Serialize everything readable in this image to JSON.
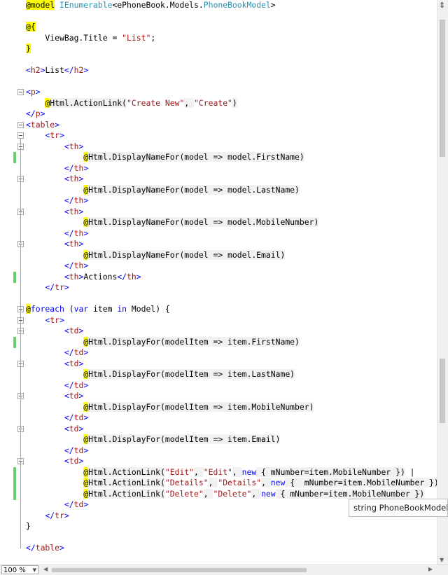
{
  "editor": {
    "lines": [
      {
        "segs": [
          {
            "x": "@model",
            "c": "razor"
          },
          {
            "x": " "
          },
          {
            "x": "IEnumerable",
            "c": "cls"
          },
          {
            "x": "<ePhoneBook.Models."
          },
          {
            "x": "PhoneBookModel",
            "c": "cls"
          },
          {
            "x": ">"
          }
        ]
      },
      {
        "segs": []
      },
      {
        "segs": [
          {
            "x": "@{",
            "c": "razor"
          }
        ]
      },
      {
        "segs": [
          {
            "x": "    ViewBag.Title = "
          },
          {
            "x": "\"List\"",
            "c": "s"
          },
          {
            "x": ";"
          }
        ]
      },
      {
        "segs": [
          {
            "x": "}",
            "c": "razor"
          }
        ]
      },
      {
        "segs": []
      },
      {
        "segs": [
          {
            "x": "<",
            "c": "b"
          },
          {
            "x": "h2",
            "c": "t"
          },
          {
            "x": ">",
            "c": "b"
          },
          {
            "x": "List"
          },
          {
            "x": "</",
            "c": "b"
          },
          {
            "x": "h2",
            "c": "t"
          },
          {
            "x": ">",
            "c": "b"
          }
        ]
      },
      {
        "segs": []
      },
      {
        "segs": [
          {
            "x": "<",
            "c": "b"
          },
          {
            "x": "p",
            "c": "t"
          },
          {
            "x": ">",
            "c": "b"
          }
        ]
      },
      {
        "segs": [
          {
            "x": "    "
          },
          {
            "x": "@",
            "c": "razor"
          },
          {
            "x": "Html.ActionLink(",
            "c": "csarea"
          },
          {
            "x": "\"Create New\"",
            "c": "s"
          },
          {
            "x": ", ",
            "c": "csarea"
          },
          {
            "x": "\"Create\"",
            "c": "s"
          },
          {
            "x": ")",
            "c": "csarea"
          }
        ]
      },
      {
        "segs": [
          {
            "x": "</",
            "c": "b"
          },
          {
            "x": "p",
            "c": "t"
          },
          {
            "x": ">",
            "c": "b"
          }
        ]
      },
      {
        "segs": [
          {
            "x": "<",
            "c": "b"
          },
          {
            "x": "table",
            "c": "t"
          },
          {
            "x": ">",
            "c": "b"
          }
        ]
      },
      {
        "segs": [
          {
            "x": "    "
          },
          {
            "x": "<",
            "c": "b"
          },
          {
            "x": "tr",
            "c": "t"
          },
          {
            "x": ">",
            "c": "b"
          }
        ]
      },
      {
        "segs": [
          {
            "x": "        "
          },
          {
            "x": "<",
            "c": "b"
          },
          {
            "x": "th",
            "c": "t"
          },
          {
            "x": ">",
            "c": "b"
          }
        ]
      },
      {
        "segs": [
          {
            "x": "            "
          },
          {
            "x": "@",
            "c": "razor"
          },
          {
            "x": "Html.DisplayNameFor(model => model.FirstName)",
            "c": "csarea"
          }
        ]
      },
      {
        "segs": [
          {
            "x": "        "
          },
          {
            "x": "</",
            "c": "b"
          },
          {
            "x": "th",
            "c": "t"
          },
          {
            "x": ">",
            "c": "b"
          }
        ]
      },
      {
        "segs": [
          {
            "x": "        "
          },
          {
            "x": "<",
            "c": "b"
          },
          {
            "x": "th",
            "c": "t"
          },
          {
            "x": ">",
            "c": "b"
          }
        ]
      },
      {
        "segs": [
          {
            "x": "            "
          },
          {
            "x": "@",
            "c": "razor"
          },
          {
            "x": "Html.DisplayNameFor(model => model.LastName)",
            "c": "csarea"
          }
        ]
      },
      {
        "segs": [
          {
            "x": "        "
          },
          {
            "x": "</",
            "c": "b"
          },
          {
            "x": "th",
            "c": "t"
          },
          {
            "x": ">",
            "c": "b"
          }
        ]
      },
      {
        "segs": [
          {
            "x": "        "
          },
          {
            "x": "<",
            "c": "b"
          },
          {
            "x": "th",
            "c": "t"
          },
          {
            "x": ">",
            "c": "b"
          }
        ]
      },
      {
        "segs": [
          {
            "x": "            "
          },
          {
            "x": "@",
            "c": "razor"
          },
          {
            "x": "Html.DisplayNameFor(model => model.MobileNumber)",
            "c": "csarea"
          }
        ]
      },
      {
        "segs": [
          {
            "x": "        "
          },
          {
            "x": "</",
            "c": "b"
          },
          {
            "x": "th",
            "c": "t"
          },
          {
            "x": ">",
            "c": "b"
          }
        ]
      },
      {
        "segs": [
          {
            "x": "        "
          },
          {
            "x": "<",
            "c": "b"
          },
          {
            "x": "th",
            "c": "t"
          },
          {
            "x": ">",
            "c": "b"
          }
        ]
      },
      {
        "segs": [
          {
            "x": "            "
          },
          {
            "x": "@",
            "c": "razor"
          },
          {
            "x": "Html.DisplayNameFor(model => model.Email)",
            "c": "csarea"
          }
        ]
      },
      {
        "segs": [
          {
            "x": "        "
          },
          {
            "x": "</",
            "c": "b"
          },
          {
            "x": "th",
            "c": "t"
          },
          {
            "x": ">",
            "c": "b"
          }
        ]
      },
      {
        "segs": [
          {
            "x": "        "
          },
          {
            "x": "<",
            "c": "b"
          },
          {
            "x": "th",
            "c": "t"
          },
          {
            "x": ">",
            "c": "b"
          },
          {
            "x": "Actions"
          },
          {
            "x": "</",
            "c": "b"
          },
          {
            "x": "th",
            "c": "t"
          },
          {
            "x": ">",
            "c": "b"
          }
        ]
      },
      {
        "segs": [
          {
            "x": "    "
          },
          {
            "x": "</",
            "c": "b"
          },
          {
            "x": "tr",
            "c": "t"
          },
          {
            "x": ">",
            "c": "b"
          }
        ]
      },
      {
        "segs": []
      },
      {
        "segs": [
          {
            "x": "@",
            "c": "razor"
          },
          {
            "x": "foreach",
            "c": "b"
          },
          {
            "x": " ("
          },
          {
            "x": "var",
            "c": "b"
          },
          {
            "x": " item "
          },
          {
            "x": "in",
            "c": "b"
          },
          {
            "x": " Model) {"
          }
        ]
      },
      {
        "segs": [
          {
            "x": "    "
          },
          {
            "x": "<",
            "c": "b"
          },
          {
            "x": "tr",
            "c": "t"
          },
          {
            "x": ">",
            "c": "b"
          }
        ]
      },
      {
        "segs": [
          {
            "x": "        "
          },
          {
            "x": "<",
            "c": "b"
          },
          {
            "x": "td",
            "c": "t"
          },
          {
            "x": ">",
            "c": "b"
          }
        ]
      },
      {
        "segs": [
          {
            "x": "            "
          },
          {
            "x": "@",
            "c": "razor"
          },
          {
            "x": "Html.DisplayFor(modelItem => item.FirstName)",
            "c": "csarea"
          }
        ]
      },
      {
        "segs": [
          {
            "x": "        "
          },
          {
            "x": "</",
            "c": "b"
          },
          {
            "x": "td",
            "c": "t"
          },
          {
            "x": ">",
            "c": "b"
          }
        ]
      },
      {
        "segs": [
          {
            "x": "        "
          },
          {
            "x": "<",
            "c": "b"
          },
          {
            "x": "td",
            "c": "t"
          },
          {
            "x": ">",
            "c": "b"
          }
        ]
      },
      {
        "segs": [
          {
            "x": "            "
          },
          {
            "x": "@",
            "c": "razor"
          },
          {
            "x": "Html.DisplayFor(modelItem => item.LastName)",
            "c": "csarea"
          }
        ]
      },
      {
        "segs": [
          {
            "x": "        "
          },
          {
            "x": "</",
            "c": "b"
          },
          {
            "x": "td",
            "c": "t"
          },
          {
            "x": ">",
            "c": "b"
          }
        ]
      },
      {
        "segs": [
          {
            "x": "        "
          },
          {
            "x": "<",
            "c": "b"
          },
          {
            "x": "td",
            "c": "t"
          },
          {
            "x": ">",
            "c": "b"
          }
        ]
      },
      {
        "segs": [
          {
            "x": "            "
          },
          {
            "x": "@",
            "c": "razor"
          },
          {
            "x": "Html.DisplayFor(modelItem => item.MobileNumber)",
            "c": "csarea"
          }
        ]
      },
      {
        "segs": [
          {
            "x": "        "
          },
          {
            "x": "</",
            "c": "b"
          },
          {
            "x": "td",
            "c": "t"
          },
          {
            "x": ">",
            "c": "b"
          }
        ]
      },
      {
        "segs": [
          {
            "x": "        "
          },
          {
            "x": "<",
            "c": "b"
          },
          {
            "x": "td",
            "c": "t"
          },
          {
            "x": ">",
            "c": "b"
          }
        ]
      },
      {
        "segs": [
          {
            "x": "            "
          },
          {
            "x": "@",
            "c": "razor"
          },
          {
            "x": "Html.DisplayFor(modelItem => item.Email)",
            "c": "csarea"
          }
        ]
      },
      {
        "segs": [
          {
            "x": "        "
          },
          {
            "x": "</",
            "c": "b"
          },
          {
            "x": "td",
            "c": "t"
          },
          {
            "x": ">",
            "c": "b"
          }
        ]
      },
      {
        "segs": [
          {
            "x": "        "
          },
          {
            "x": "<",
            "c": "b"
          },
          {
            "x": "td",
            "c": "t"
          },
          {
            "x": ">",
            "c": "b"
          }
        ]
      },
      {
        "segs": [
          {
            "x": "            "
          },
          {
            "x": "@",
            "c": "razor"
          },
          {
            "x": "Html.ActionLink(",
            "c": "csarea"
          },
          {
            "x": "\"Edit\"",
            "c": "s"
          },
          {
            "x": ", ",
            "c": "csarea"
          },
          {
            "x": "\"Edit\"",
            "c": "s"
          },
          {
            "x": ", ",
            "c": "csarea"
          },
          {
            "x": "new",
            "c": "b"
          },
          {
            "x": " { mNumber=item.MobileNumber })",
            "c": "csarea"
          },
          {
            "x": " |"
          }
        ]
      },
      {
        "segs": [
          {
            "x": "            "
          },
          {
            "x": "@",
            "c": "razor"
          },
          {
            "x": "Html.ActionLink(",
            "c": "csarea"
          },
          {
            "x": "\"Details\"",
            "c": "s"
          },
          {
            "x": ", ",
            "c": "csarea"
          },
          {
            "x": "\"Details\"",
            "c": "s"
          },
          {
            "x": ", ",
            "c": "csarea"
          },
          {
            "x": "new",
            "c": "b"
          },
          {
            "x": " {  mNumber=item.MobileNumber })",
            "c": "csarea"
          }
        ]
      },
      {
        "segs": [
          {
            "x": "            "
          },
          {
            "x": "@",
            "c": "razor"
          },
          {
            "x": "Html.ActionLink(",
            "c": "csarea"
          },
          {
            "x": "\"Delete\"",
            "c": "s"
          },
          {
            "x": ", ",
            "c": "csarea"
          },
          {
            "x": "\"Delete\"",
            "c": "s"
          },
          {
            "x": ", ",
            "c": "csarea"
          },
          {
            "x": "new",
            "c": "b"
          },
          {
            "x": " { mNumber=item.MobileNumber })",
            "c": "csarea"
          }
        ]
      },
      {
        "segs": [
          {
            "x": "        "
          },
          {
            "x": "</",
            "c": "b"
          },
          {
            "x": "td",
            "c": "t"
          },
          {
            "x": ">",
            "c": "b"
          }
        ]
      },
      {
        "segs": [
          {
            "x": "    "
          },
          {
            "x": "</",
            "c": "b"
          },
          {
            "x": "tr",
            "c": "t"
          },
          {
            "x": ">",
            "c": "b"
          }
        ]
      },
      {
        "segs": [
          {
            "x": "}"
          }
        ]
      },
      {
        "segs": []
      },
      {
        "segs": [
          {
            "x": "</",
            "c": "b"
          },
          {
            "x": "table",
            "c": "t"
          },
          {
            "x": ">",
            "c": "b"
          }
        ]
      }
    ]
  },
  "tooltip": {
    "text": "string PhoneBookModel.MobileNumber"
  },
  "statusbar": {
    "zoom": "100 %"
  },
  "colors": {
    "changed_marker": "#6cd06c",
    "razor_highlight": "#ffff00",
    "string": "#a31515",
    "keyword": "#0000ff",
    "type": "#2b91af"
  }
}
